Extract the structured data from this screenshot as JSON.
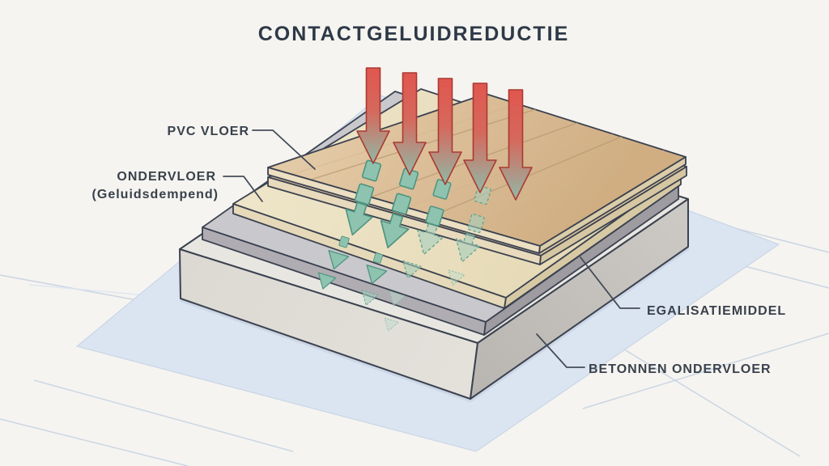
{
  "title": "CONTACTGELUIDREDUCTIE",
  "labels": {
    "pvc_vloer": "PVC VLOER",
    "ondervloer": "ONDERVLOER",
    "ondervloer_sub": "(Geluidsdempend)",
    "egalisatiemiddel": "EGALISATIEMIDDEL",
    "betonnen_ondervloer": "BETONNEN ONDERVLOER"
  },
  "layers": [
    {
      "name": "pvc-vloer",
      "label": "PVC VLOER",
      "top_color": "#d7b993"
    },
    {
      "name": "ondervloer-geluidsdempend",
      "label": "ONDERVLOER (Geluidsdempend)",
      "top_color": "#ece3c6"
    },
    {
      "name": "egalisatiemiddel",
      "label": "EGALISATIEMIDDEL",
      "top_color": "#c9c8cc"
    },
    {
      "name": "betonnen-ondervloer",
      "label": "BETONNEN ONDERVLOER",
      "top_color": "#e8e6e1"
    }
  ],
  "arrows": {
    "impact": {
      "count": 5,
      "color": "#de5a52",
      "fade_to": "#8fbaa6",
      "direction": "down"
    },
    "damped": {
      "columns": 4,
      "color": "#8ec3af",
      "style": "segmented fading to dashed",
      "direction": "down-left"
    }
  },
  "colors": {
    "background": "#f5f4f0",
    "title_text": "#2e3947",
    "label_text": "#39414d",
    "outline": "#3b4250",
    "wood_top": "#d7b993",
    "wood_edge": "#ecdfc2",
    "underlay_top": "#ece3c6",
    "leveling_top": "#c9c8cc",
    "leveling_front": "#b0adb2",
    "concrete_top": "#e8e6e1",
    "concrete_front": "#dcd8d2",
    "ground_plane": "#dbe5f1",
    "impact_arrow": "#de5a52",
    "damped_arrow": "#8ec3af"
  }
}
